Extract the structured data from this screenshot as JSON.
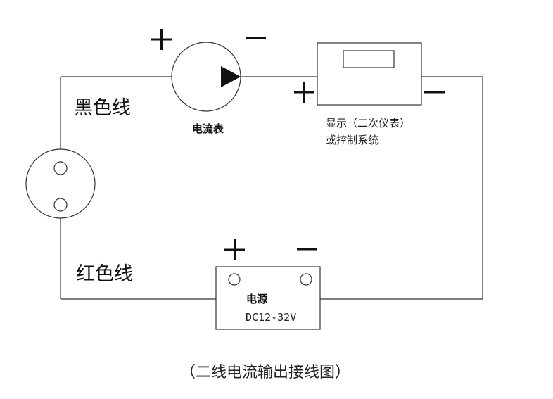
{
  "labels": {
    "black_wire": "黑色线",
    "red_wire": "红色线",
    "ammeter": "电流表",
    "display_line1": "显示（二次仪表）",
    "display_line2": "或控制系统",
    "power_title": "电源",
    "power_spec": "DC12-32V"
  },
  "caption": "（二线电流输出接线图）",
  "colors": {
    "line": "#333333",
    "ink": "#111111",
    "background": "#ffffff"
  }
}
